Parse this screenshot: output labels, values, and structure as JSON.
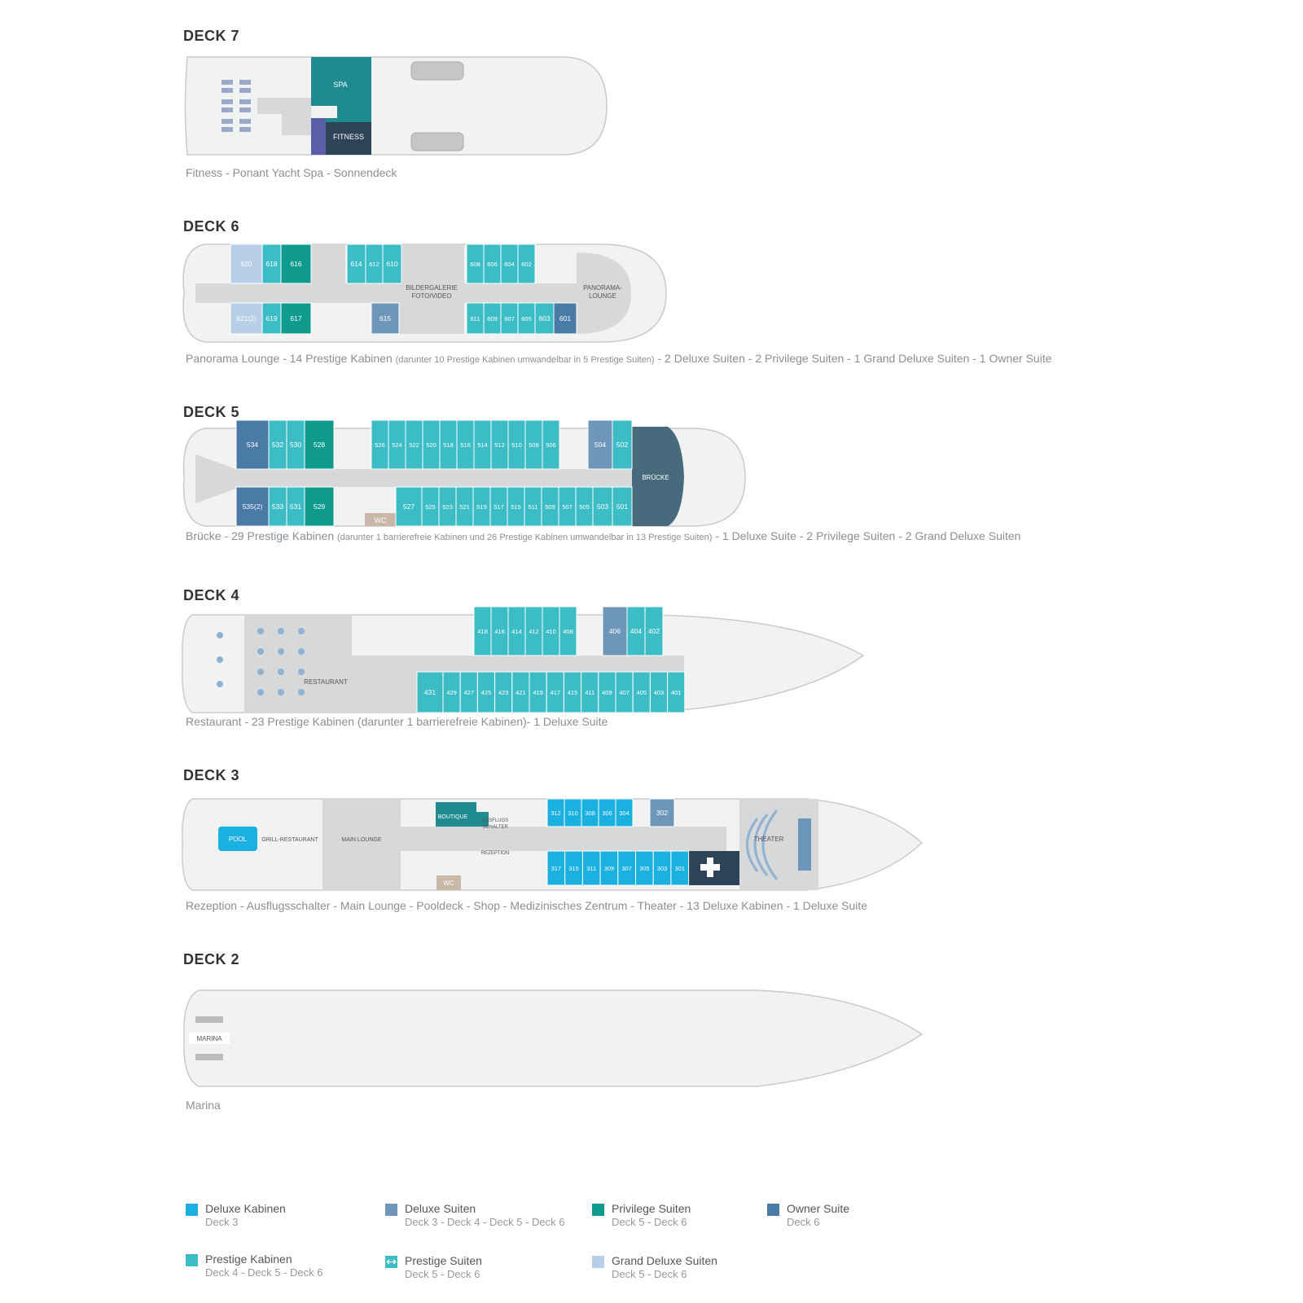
{
  "colors": {
    "deluxe_kabinen": "#1ab0e0",
    "deluxe_suiten": "#6e96b8",
    "privilege_suiten": "#0f9a8e",
    "owner_suite": "#4a7aa6",
    "prestige_kabinen": "#3cbdc6",
    "prestige_suiten": "#3cbdc6",
    "grand_deluxe_suiten": "#b7cfe6",
    "hull": "#f1f2f2",
    "public": "#d6d8da",
    "dark": "#2c4358",
    "bridge": "#476b7c",
    "spa": "#1f8b91",
    "purple": "#5b5fa8"
  },
  "decks": {
    "deck7": {
      "title": "DECK 7",
      "description": "Fitness - Ponant Yacht Spa - Sonnendeck",
      "labels": {
        "spa": "SPA",
        "fitness": "FITNESS"
      }
    },
    "deck6": {
      "title": "DECK 6",
      "description_main": "Panorama Lounge - 14  Prestige Kabinen ",
      "description_small": "(darunter 10 Prestige Kabinen umwandelbar in 5 Prestige Suiten)",
      "description_end": " - 2 Deluxe Suiten - 2 Privilege Suiten - 1 Grand Deluxe Suiten - 1 Owner Suite",
      "labels": {
        "gallery_1": "BILDERGALERIE",
        "gallery_2": "FOTO/VIDEO",
        "lounge_1": "PANORAMA-",
        "lounge_2": "LOUNGE"
      },
      "top_cabins": [
        "620",
        "618",
        "616",
        "614",
        "612",
        "610",
        "608",
        "606",
        "604",
        "602"
      ],
      "bottom_cabins": [
        "621",
        "619",
        "617",
        "615",
        "611",
        "609",
        "607",
        "605",
        "603",
        "601"
      ],
      "note_621": "(2)"
    },
    "deck5": {
      "title": "DECK 5",
      "description_main": "Brücke - 29 Prestige Kabinen ",
      "description_small": "(darunter 1 barrierefreie Kabinen und 26 Prestige Kabinen umwandelbar in 13 Prestige Suiten)",
      "description_end": " - 1 Deluxe Suite - 2 Privilege Suiten - 2 Grand Deluxe Suiten",
      "labels": {
        "bridge": "BRÜCKE",
        "wc": "WC"
      },
      "top_cabins": [
        "534",
        "532",
        "530",
        "528",
        "526",
        "524",
        "522",
        "520",
        "518",
        "516",
        "514",
        "512",
        "510",
        "508",
        "506",
        "504",
        "502"
      ],
      "bottom_cabins": [
        "535",
        "533",
        "531",
        "529",
        "527",
        "525",
        "523",
        "521",
        "519",
        "517",
        "515",
        "511",
        "509",
        "507",
        "505",
        "503",
        "501"
      ],
      "note_535": "(2)"
    },
    "deck4": {
      "title": "DECK 4",
      "description": "Restaurant - 23 Prestige Kabinen (darunter 1 barrierefreie Kabinen)- 1 Deluxe Suite",
      "labels": {
        "restaurant": "RESTAURANT"
      },
      "top_cabins": [
        "418",
        "416",
        "414",
        "412",
        "410",
        "408",
        "406",
        "404",
        "402"
      ],
      "bottom_cabins": [
        "431",
        "429",
        "427",
        "425",
        "423",
        "421",
        "419",
        "417",
        "415",
        "411",
        "409",
        "407",
        "405",
        "403",
        "401"
      ]
    },
    "deck3": {
      "title": "DECK 3",
      "description": "Rezeption - Ausflugsschalter - Main Lounge - Pooldeck - Shop - Medizinisches Zentrum - Theater - 13 Deluxe Kabinen - 1 Deluxe Suite",
      "labels": {
        "pool": "POOL",
        "grill": "GRILL-RESTAURANT",
        "lounge": "MAIN LOUNGE",
        "boutique": "BOUTIQUE",
        "ausflugs_1": "AUSFLUGS",
        "ausflugs_2": "SCHALTER",
        "rezeption": "REZEPTION",
        "wc": "WC",
        "theater": "THEATER"
      },
      "top_cabins": [
        "312",
        "310",
        "308",
        "306",
        "304",
        "302"
      ],
      "bottom_cabins": [
        "317",
        "315",
        "311",
        "309",
        "307",
        "305",
        "303",
        "301"
      ]
    },
    "deck2": {
      "title": "DECK 2",
      "description": "Marina",
      "labels": {
        "marina": "MARINA"
      }
    }
  },
  "legend": [
    {
      "label": "Deluxe Kabinen",
      "sub": "Deck 3",
      "color": "#1ab0e0"
    },
    {
      "label": "Deluxe Suiten",
      "sub": "Deck 3 -  Deck 4 - Deck 5 - Deck 6",
      "color": "#6e96b8"
    },
    {
      "label": "Privilege Suiten",
      "sub": "Deck 5 - Deck 6",
      "color": "#0f9a8e"
    },
    {
      "label": "Owner Suite",
      "sub": "Deck 6",
      "color": "#4a7aa6"
    },
    {
      "label": "Prestige Kabinen",
      "sub": "Deck 4 - Deck 5 - Deck 6",
      "color": "#3cbdc6"
    },
    {
      "label": "Prestige Suiten",
      "sub": "Deck 5 - Deck 6",
      "color": "#3cbdc6",
      "icon": "double-arrow-icon"
    },
    {
      "label": "Grand Deluxe  Suiten",
      "sub": "Deck 5 - Deck 6",
      "color": "#b7cfe6"
    }
  ]
}
